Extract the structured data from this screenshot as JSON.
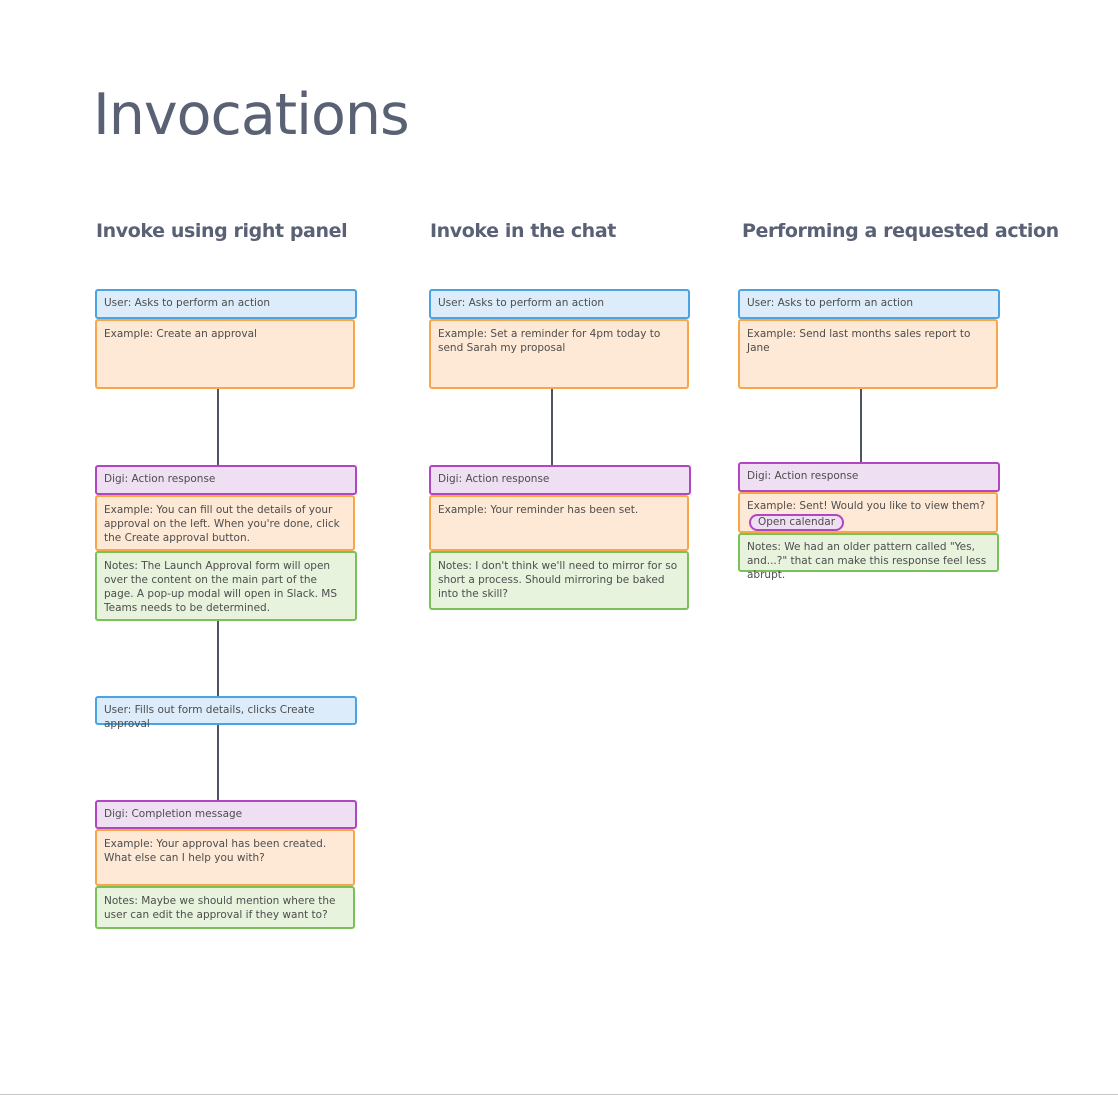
{
  "page": {
    "title": "Invocations"
  },
  "columns": [
    {
      "heading": "Invoke using right panel",
      "user_1": "User: Asks to perform an action",
      "example_1": "Example: Create an approval",
      "digi_1": "Digi: Action response",
      "example_2": "Example: You can fill out the details of your approval on the left. When you're done, click the Create approval button.",
      "notes_1": "Notes: The Launch Approval form will open over the content on the main part of the page. A pop-up modal will open in Slack. MS Teams needs to be determined.",
      "user_2": "User: Fills out form details, clicks Create approval",
      "digi_2": "Digi: Completion message",
      "example_3": "Example: Your approval has been created. What else can I help you with?",
      "notes_2": "Notes: Maybe we should mention where the user can edit the approval if they want to?"
    },
    {
      "heading": "Invoke in the chat",
      "user_1": "User: Asks to perform an action",
      "example_1": "Example: Set a reminder for 4pm today to send Sarah my proposal",
      "digi_1": "Digi: Action response",
      "example_2": "Example: Your reminder has been set.",
      "notes_1": "Notes: I don't think we'll need to mirror for so short a process. Should mirroring be baked into the skill?"
    },
    {
      "heading": "Performing a requested action",
      "user_1": "User: Asks to perform an action",
      "example_1": "Example: Send last months sales report to Jane",
      "digi_1": "Digi: Action response",
      "example_2": "Example: Sent! Would you like to view them?",
      "pill": "Open calendar",
      "notes_1": "Notes: We had an older pattern called \"Yes, and...?\" that can make this response feel less abrupt."
    }
  ],
  "colors": {
    "user_fill": "#dcecfa",
    "user_border": "#4aa3e3",
    "digi_fill": "#efdff3",
    "digi_border": "#b146c2",
    "example_fill": "#fde9d6",
    "example_border": "#f7a64a",
    "notes_fill": "#e7f3dd",
    "notes_border": "#7ac15a",
    "connector": "#4e5462",
    "heading_text": "#5a6175"
  }
}
